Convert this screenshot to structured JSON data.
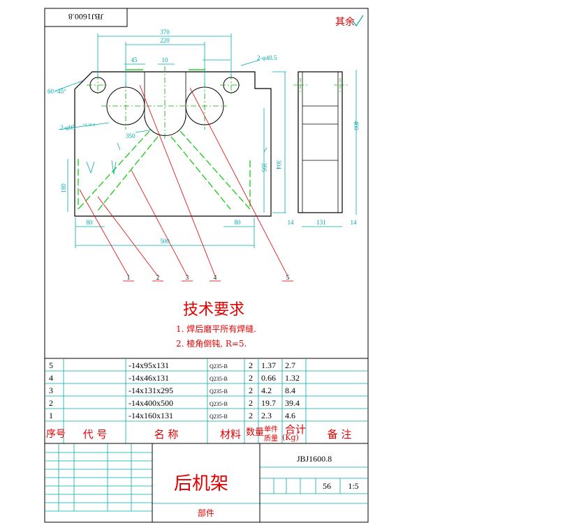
{
  "drawing_number": "JBJ1600.8",
  "drawing_number_rotated": "JBJ1600.8",
  "rest_roughness": "其余",
  "dimensions": {
    "overall_top": "370",
    "inner_top": "220",
    "d45": "45",
    "d10": "10",
    "holes_small": "2-φ40.5",
    "chamfer": "60×45°",
    "holes_large": "2-φ95",
    "holes_large_tol": "+0.35 0",
    "r350": "350",
    "h180": "180",
    "d80_left": "80",
    "d80_right": "80",
    "width_500": "500",
    "h395": "395",
    "h304": "304",
    "h400": "400",
    "side_131": "131",
    "side_14_left": "14",
    "side_14_right": "14"
  },
  "balloons": [
    "1",
    "2",
    "3",
    "4",
    "5"
  ],
  "tech_requirements": {
    "title": "技术要求",
    "items": [
      "1. 焊后磨平所有焊缝.",
      "2. 棱角倒钝, R=5."
    ]
  },
  "bom": {
    "headers": {
      "seq": "序号",
      "code": "代 号",
      "name": "名 称",
      "material": "材料",
      "qty": "数量",
      "unit_weight_top": "单件",
      "unit_weight_bottom": "质量",
      "unit": "(Kg)",
      "total": "合计",
      "note": "备 注"
    },
    "rows": [
      {
        "seq": "5",
        "name": "-14x95x131",
        "material": "Q235-B",
        "qty": "2",
        "unit_w": "1.37",
        "total_w": "2.7"
      },
      {
        "seq": "4",
        "name": "-14x46x131",
        "material": "Q235-B",
        "qty": "2",
        "unit_w": "0.66",
        "total_w": "1.32"
      },
      {
        "seq": "3",
        "name": "-14x131x295",
        "material": "Q235-B",
        "qty": "2",
        "unit_w": "4.2",
        "total_w": "8.4"
      },
      {
        "seq": "2",
        "name": "-14x400x500",
        "material": "Q235-B",
        "qty": "2",
        "unit_w": "19.7",
        "total_w": "39.4"
      },
      {
        "seq": "1",
        "name": "-14x160x131",
        "material": "Q235-B",
        "qty": "2",
        "unit_w": "2.3",
        "total_w": "4.6"
      }
    ]
  },
  "title_block": {
    "part_name": "后机架",
    "drawing_no": "JBJ1600.8",
    "weight": "56",
    "scale": "1:5",
    "category": "部件"
  }
}
